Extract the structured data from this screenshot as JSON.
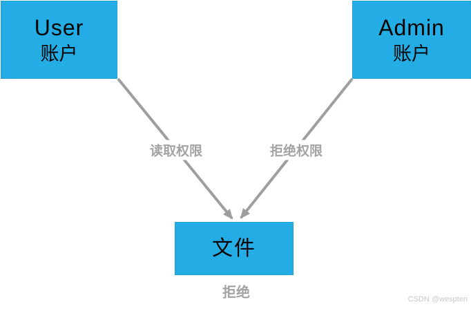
{
  "colors": {
    "accent": "#24ACE4",
    "arrow": "#9E9E9E",
    "edge-label": "#A3A3A3",
    "node-text": "#000000",
    "watermark": "#C9C9C9",
    "background": "#FFFFFF"
  },
  "nodes": {
    "user": {
      "title": "User",
      "subtitle": "账户"
    },
    "admin": {
      "title": "Admin",
      "subtitle": "账户"
    },
    "file": {
      "title": "文件"
    }
  },
  "edges": {
    "left": {
      "label": "读取权限"
    },
    "right": {
      "label": "拒绝权限"
    }
  },
  "caption": {
    "result": "拒绝"
  },
  "watermark": {
    "text": "CSDN @wespten"
  }
}
